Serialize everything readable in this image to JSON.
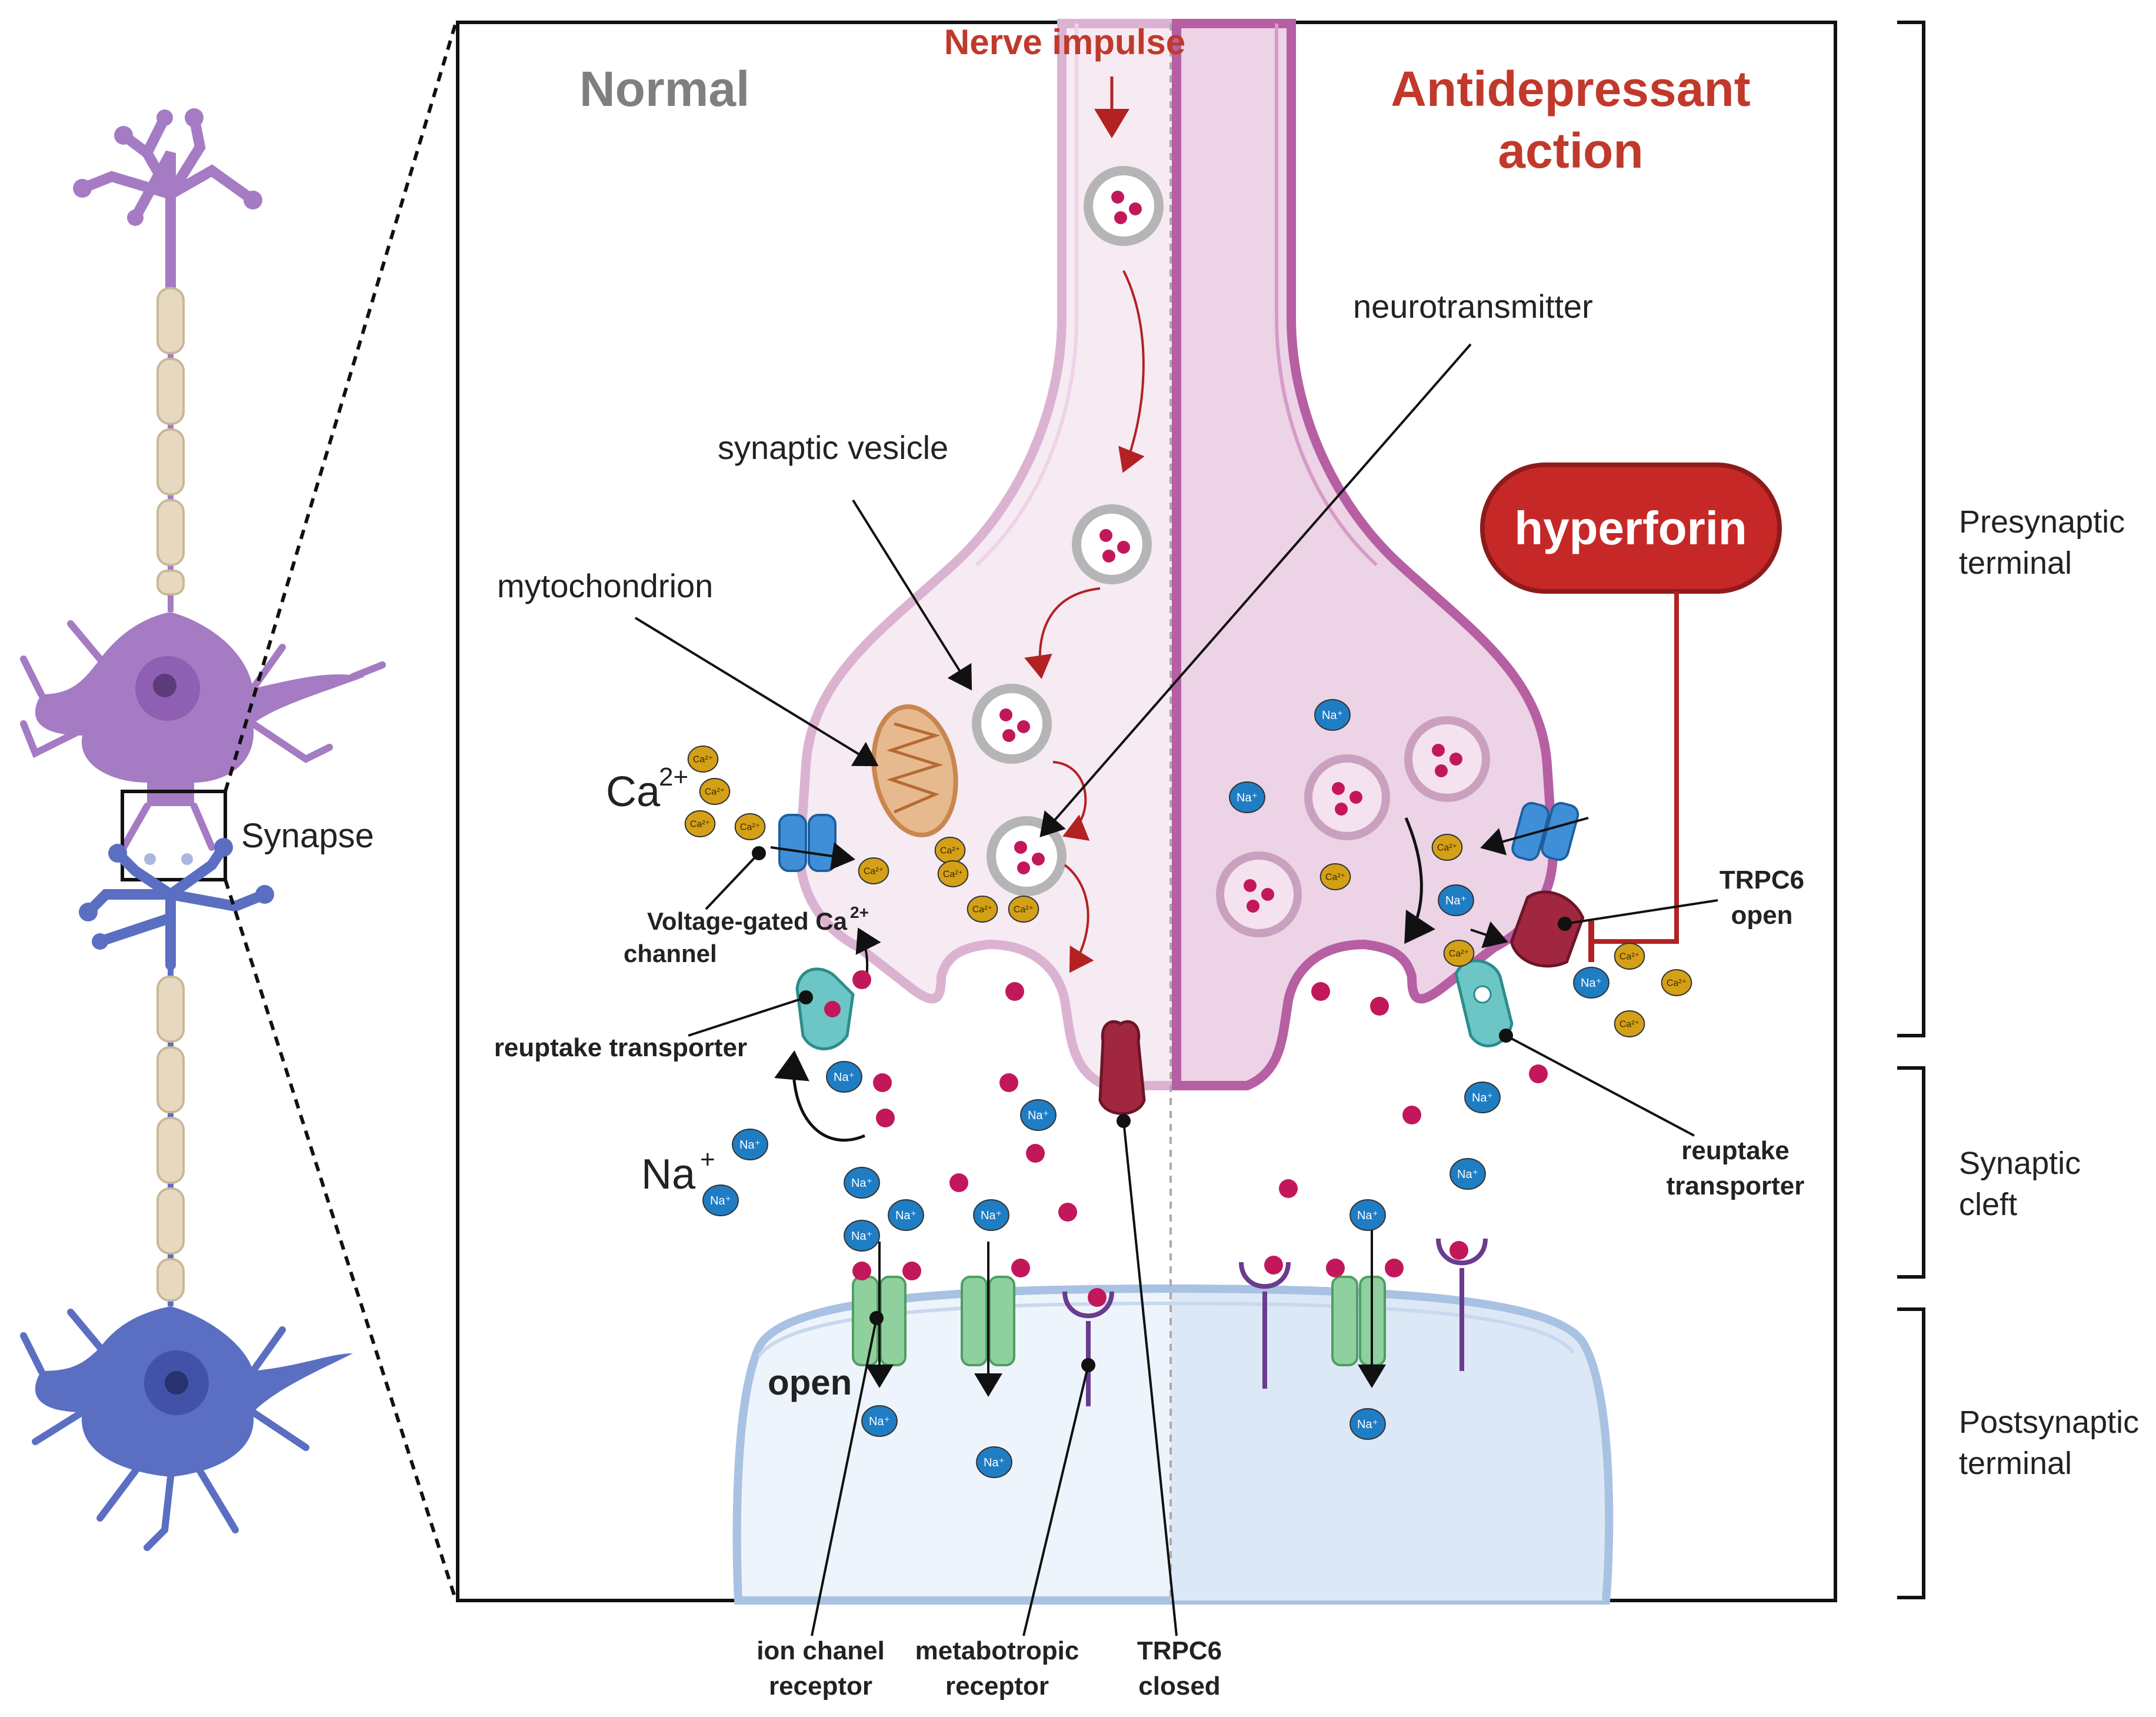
{
  "panel": {
    "normal_title": "Normal",
    "antidepressant_title_line1": "Antidepressant",
    "antidepressant_title_line2": "action",
    "nerve_impulse": "Nerve impulse"
  },
  "neuron": {
    "synapse_label": "Synapse"
  },
  "labels": {
    "synaptic_vesicle": "synaptic vesicle",
    "mitochondrion": "mytochondrion",
    "neurotransmitter": "neurotransmitter",
    "hyperforin": "hyperforin",
    "calcium": "Ca",
    "calcium_charge": "2+",
    "sodium": "Na",
    "sodium_charge": "+",
    "vgcc_line1": "Voltage-gated Ca",
    "vgcc_sup": "2+",
    "vgcc_line2": "channel",
    "reuptake_left": "reuptake transporter",
    "reuptake_right_line1": "reuptake",
    "reuptake_right_line2": "transporter",
    "trpc6_open_line1": "TRPC6",
    "trpc6_open_line2": "open",
    "open": "open",
    "ion_channel_line1": "ion chanel",
    "ion_channel_line2": "receptor",
    "metabotropic_line1": "metabotropic",
    "metabotropic_line2": "receptor",
    "trpc6_closed_line1": "TRPC6",
    "trpc6_closed_line2": "closed"
  },
  "ions": {
    "ca_badge": "Ca²⁺",
    "na_badge": "Na⁺"
  },
  "brackets": {
    "presynaptic_line1": "Presynaptic",
    "presynaptic_line2": "terminal",
    "cleft_line1": "Synaptic",
    "cleft_line2": "cleft",
    "postsynaptic_line1": "Postsynaptic",
    "postsynaptic_line2": "terminal"
  },
  "colors": {
    "normal_title": "#7f7f7f",
    "accent_red": "#c0392b",
    "hyperforin_fill": "#c62828",
    "neuron_purple": "#a57bc4",
    "neuron_blue": "#5a6fc2",
    "ca_ion": "#d4a017",
    "na_ion": "#1f7dc4",
    "neurotransmitter": "#c2185b"
  }
}
